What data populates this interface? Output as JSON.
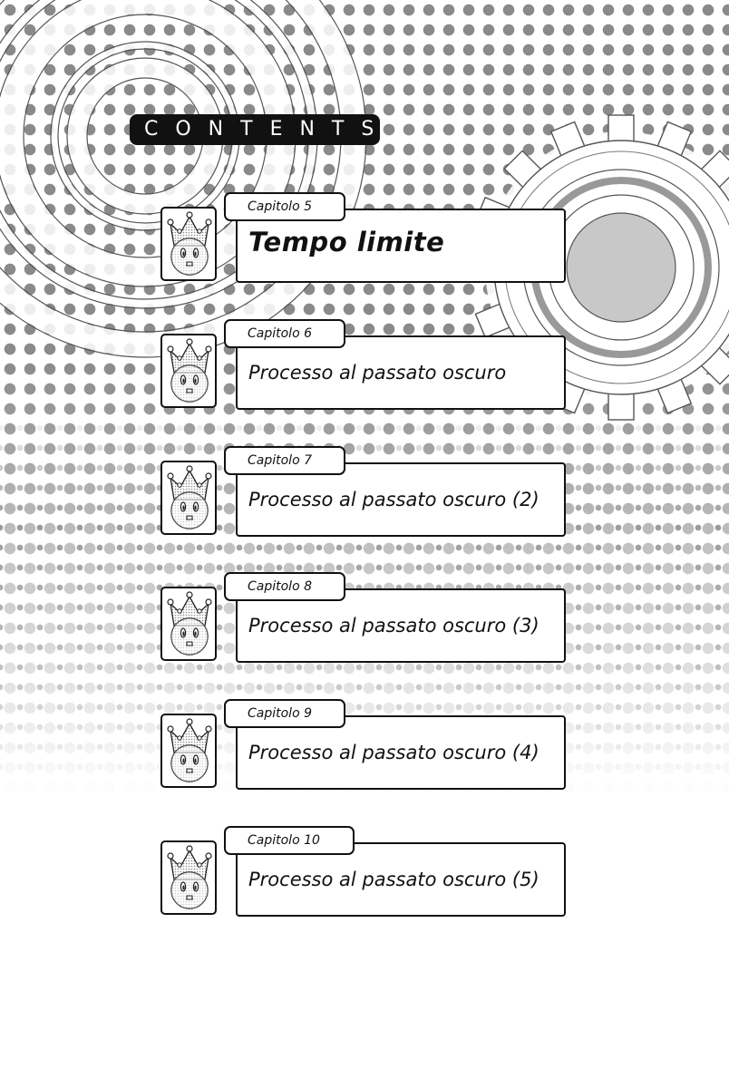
{
  "header": {
    "title": "CONTENTS"
  },
  "chapters": [
    {
      "label": "Capitolo 5",
      "title": "Tempo limite"
    },
    {
      "label": "Capitolo 6",
      "title": "Processo al passato oscuro"
    },
    {
      "label": "Capitolo 7",
      "title": "Processo al passato oscuro (2)"
    },
    {
      "label": "Capitolo 8",
      "title": "Processo al passato oscuro (3)"
    },
    {
      "label": "Capitolo 9",
      "title": "Processo al passato oscuro (4)"
    },
    {
      "label": "Capitolo 10",
      "title": "Processo al passato oscuro (5)"
    }
  ],
  "icons": {
    "chapter_icon": "crown-mascot-icon",
    "background": "gear-pattern"
  }
}
